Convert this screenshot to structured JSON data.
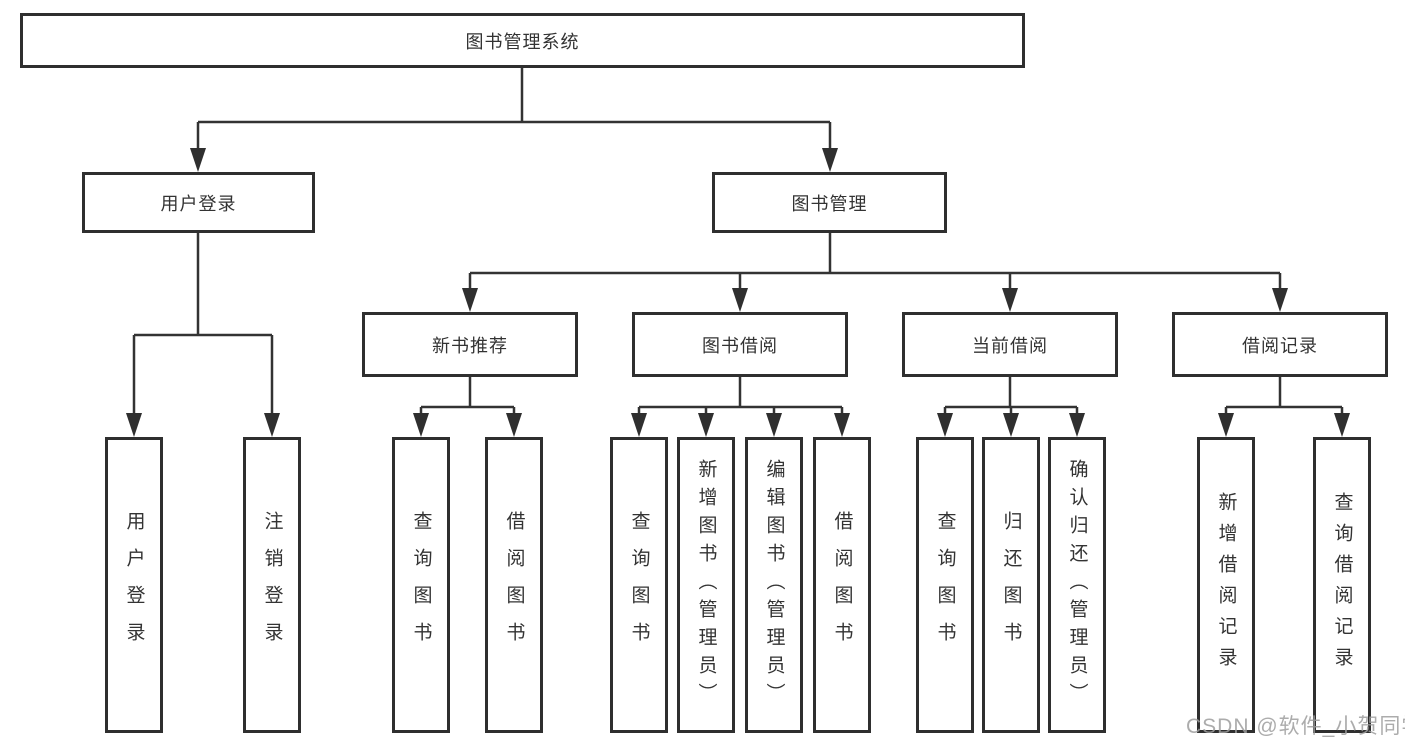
{
  "title": "图书管理系统",
  "watermark": "CSDN @软件_小贺同学",
  "colors": {
    "background": "#ffffff",
    "box_border": "#2f2f2f",
    "connector_line": "#333333",
    "text": "#333333",
    "watermark_text": "#9e9e9e"
  },
  "nodes": {
    "root": {
      "label": "图书管理系统"
    },
    "level2": {
      "user_login": {
        "label": "用户登录"
      },
      "book_mgmt": {
        "label": "图书管理"
      }
    },
    "level3": {
      "new_book_rec": {
        "label": "新书推荐"
      },
      "book_borrow": {
        "label": "图书借阅"
      },
      "current_borrow": {
        "label": "当前借阅"
      },
      "borrow_record": {
        "label": "借阅记录"
      }
    },
    "leaves": {
      "user_login": {
        "label": "用户登录"
      },
      "logout": {
        "label": "注销登录"
      },
      "query_book_rec": {
        "label": "查询图书"
      },
      "borrow_book_rec": {
        "label": "借阅图书"
      },
      "query_book_borrow": {
        "label": "查询图书"
      },
      "add_book_admin": {
        "label": "新增图书（管理员）"
      },
      "edit_book_admin": {
        "label": "编辑图书（管理员）"
      },
      "borrow_book_borrow": {
        "label": "借阅图书"
      },
      "query_book_current": {
        "label": "查询图书"
      },
      "return_book": {
        "label": "归还图书"
      },
      "confirm_return_admin": {
        "label": "确认归还（管理员）"
      },
      "add_borrow_record": {
        "label": "新增借阅记录"
      },
      "query_borrow_record": {
        "label": "查询借阅记录"
      }
    }
  }
}
